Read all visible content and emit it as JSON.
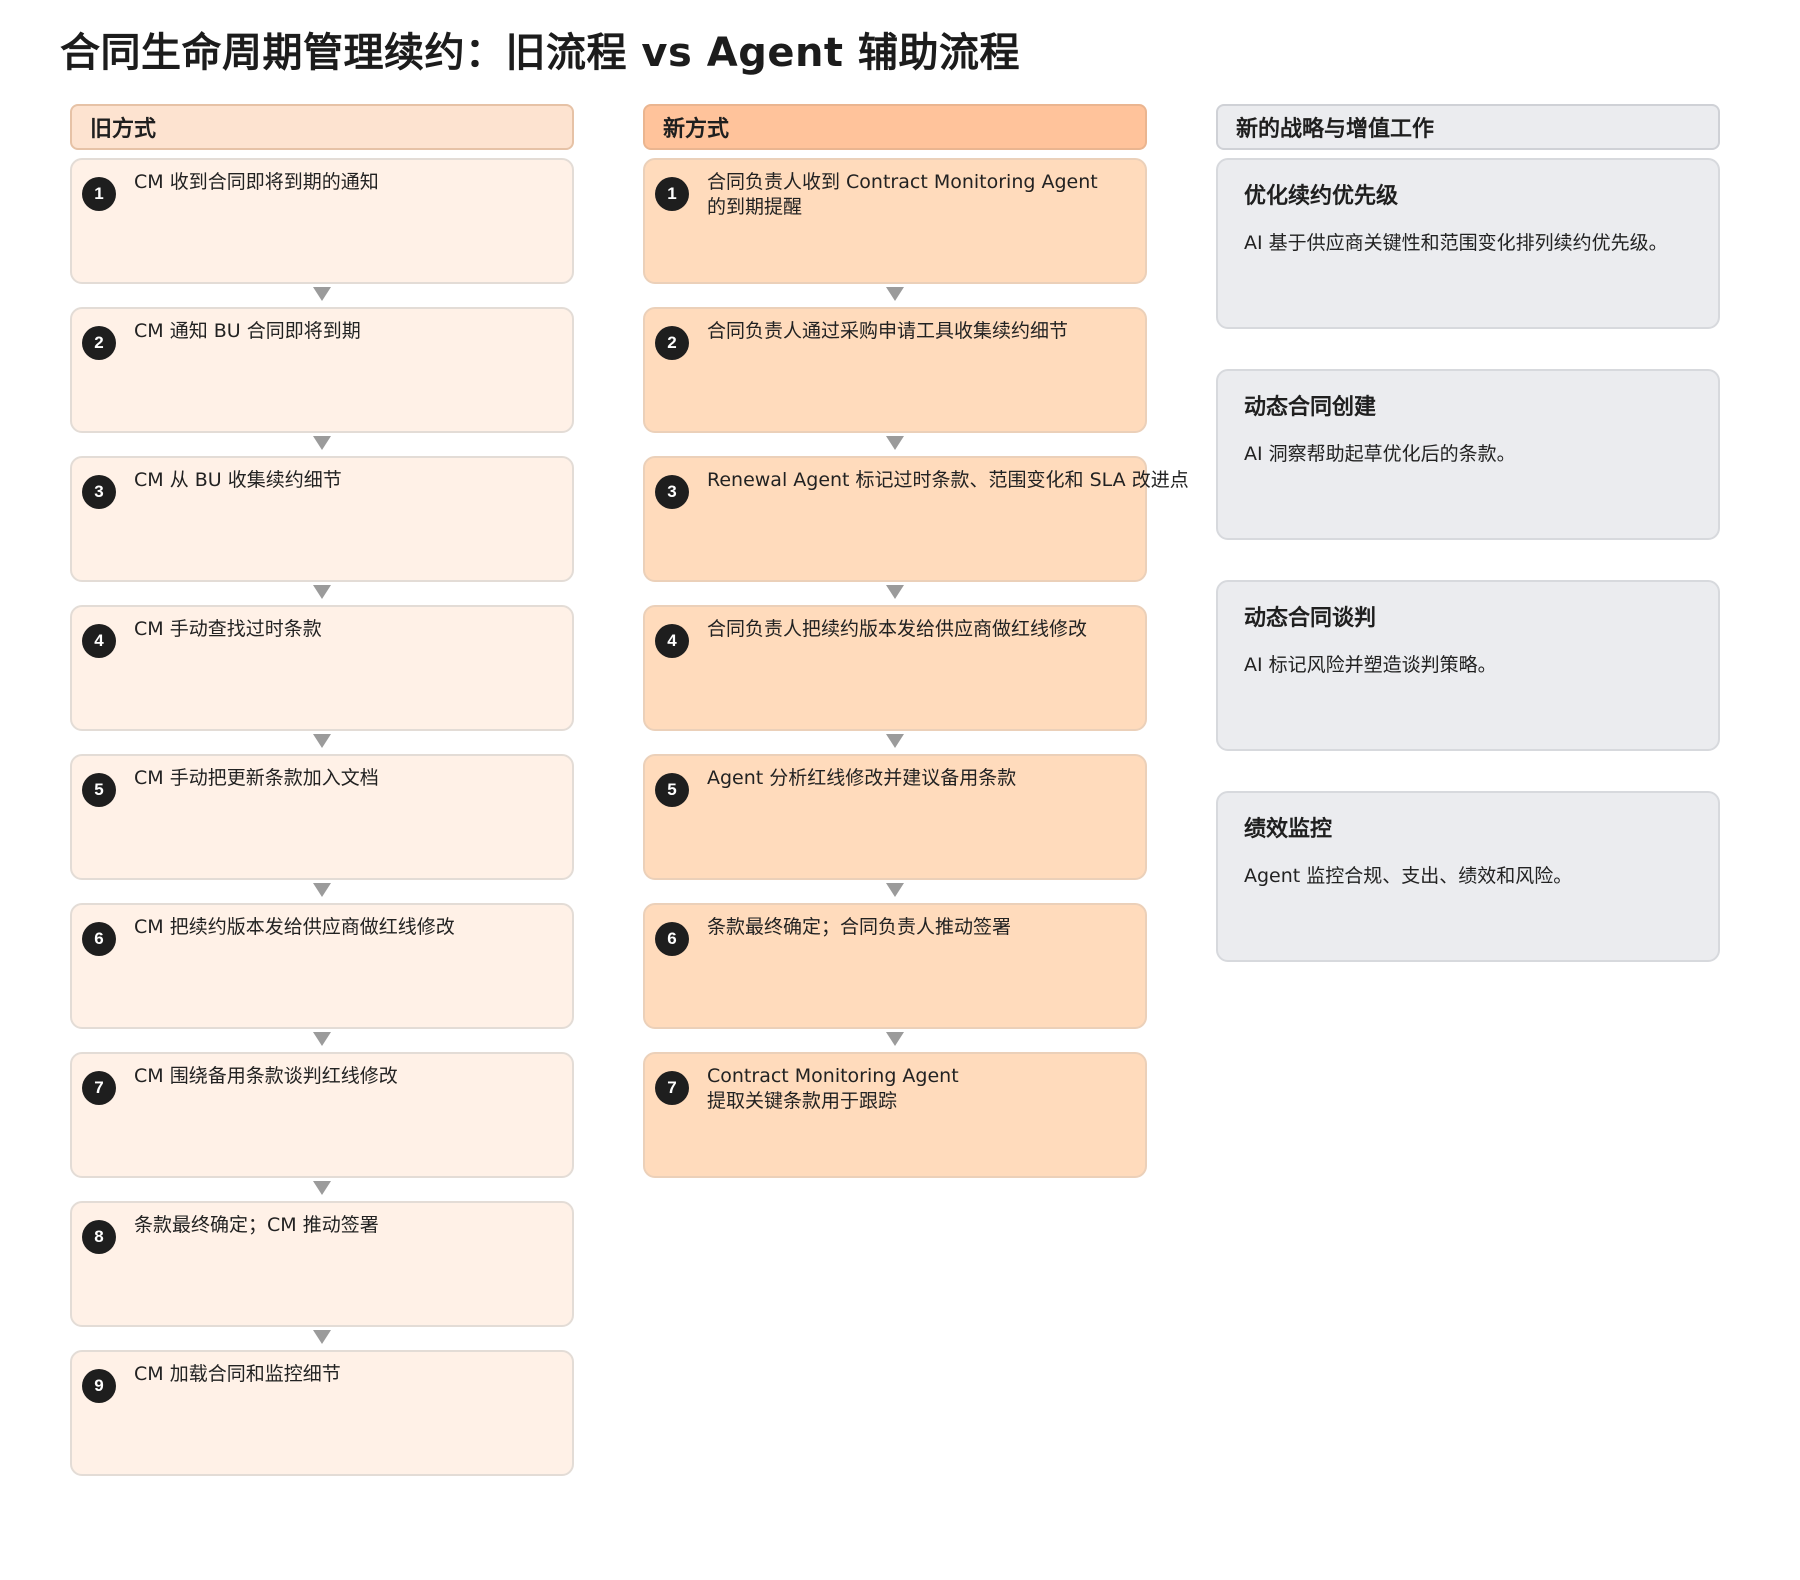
{
  "title": "合同生命周期管理续约：旧流程 vs Agent 辅助流程",
  "old": {
    "header": "旧方式",
    "steps": [
      {
        "n": "1",
        "text": "CM 收到合同即将到期的通知"
      },
      {
        "n": "2",
        "text": "CM 通知 BU 合同即将到期"
      },
      {
        "n": "3",
        "text": "CM 从 BU 收集续约细节"
      },
      {
        "n": "4",
        "text": "CM 手动查找过时条款"
      },
      {
        "n": "5",
        "text": "CM 手动把更新条款加入文档"
      },
      {
        "n": "6",
        "text": "CM 把续约版本发给供应商做红线修改"
      },
      {
        "n": "7",
        "text": "CM 围绕备用条款谈判红线修改"
      },
      {
        "n": "8",
        "text": "条款最终确定；CM 推动签署"
      },
      {
        "n": "9",
        "text": "CM 加载合同和监控细节"
      }
    ]
  },
  "new": {
    "header": "新方式",
    "steps": [
      {
        "n": "1",
        "text": "合同负责人收到 Contract Monitoring Agent\n的到期提醒"
      },
      {
        "n": "2",
        "text": "合同负责人通过采购申请工具收集续约细节"
      },
      {
        "n": "3",
        "text": "Renewal Agent 标记过时条款、范围变化和 SLA 改进点"
      },
      {
        "n": "4",
        "text": "合同负责人把续约版本发给供应商做红线修改"
      },
      {
        "n": "5",
        "text": "Agent 分析红线修改并建议备用条款"
      },
      {
        "n": "6",
        "text": "条款最终确定；合同负责人推动签署"
      },
      {
        "n": "7",
        "text": "Contract Monitoring Agent\n提取关键条款用于跟踪"
      }
    ]
  },
  "side": {
    "header": "新的战略与增值工作",
    "cards": [
      {
        "title": "优化续约优先级",
        "desc": "AI 基于供应商关键性和范围变化排列续约优先级。"
      },
      {
        "title": "动态合同创建",
        "desc": "AI 洞察帮助起草优化后的条款。"
      },
      {
        "title": "动态合同谈判",
        "desc": "AI 标记风险并塑造谈判策略。"
      },
      {
        "title": "绩效监控",
        "desc": "Agent 监控合规、支出、绩效和风险。"
      }
    ]
  }
}
